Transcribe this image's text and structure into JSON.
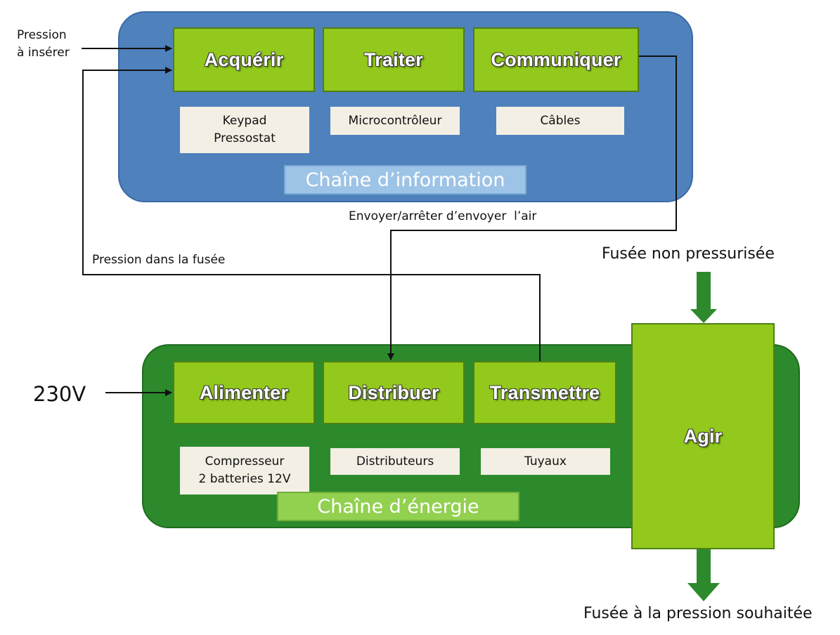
{
  "info_chain": {
    "title": "Chaîne d’information",
    "blocks": {
      "acquerir": "Acquérir",
      "traiter": "Traiter",
      "communiquer": "Communiquer"
    },
    "components": {
      "acquerir": "Keypad\nPressostat",
      "traiter": "Microcontrôleur",
      "communiquer": "Câbles"
    }
  },
  "energy_chain": {
    "title": "Chaîne d’énergie",
    "blocks": {
      "alimenter": "Alimenter",
      "distribuer": "Distribuer",
      "transmettre": "Transmettre"
    },
    "components": {
      "alimenter": "Compresseur\n2 batteries 12V",
      "distribuer": "Distributeurs",
      "transmettre": "Tuyaux"
    }
  },
  "agir": "Agir",
  "inputs": {
    "pression_a_inserer": "Pression\nà insérer",
    "tension": "230V",
    "fusee_non_pressurisee": "Fusée non pressurisée"
  },
  "outputs": {
    "fusee_pression_souhaitee": "Fusée à la pression souhaitée"
  },
  "links": {
    "envoyer_air": "Envoyer/arrêter d’envoyer  l’air",
    "pression_fusee": "Pression dans la fusée"
  },
  "colors": {
    "info_panel": "#4f81bd",
    "energy_panel": "#2c8a2c",
    "function_block": "#92c91c",
    "component_box": "#f3efe4",
    "flow_arrow": "#2c8a2c"
  }
}
